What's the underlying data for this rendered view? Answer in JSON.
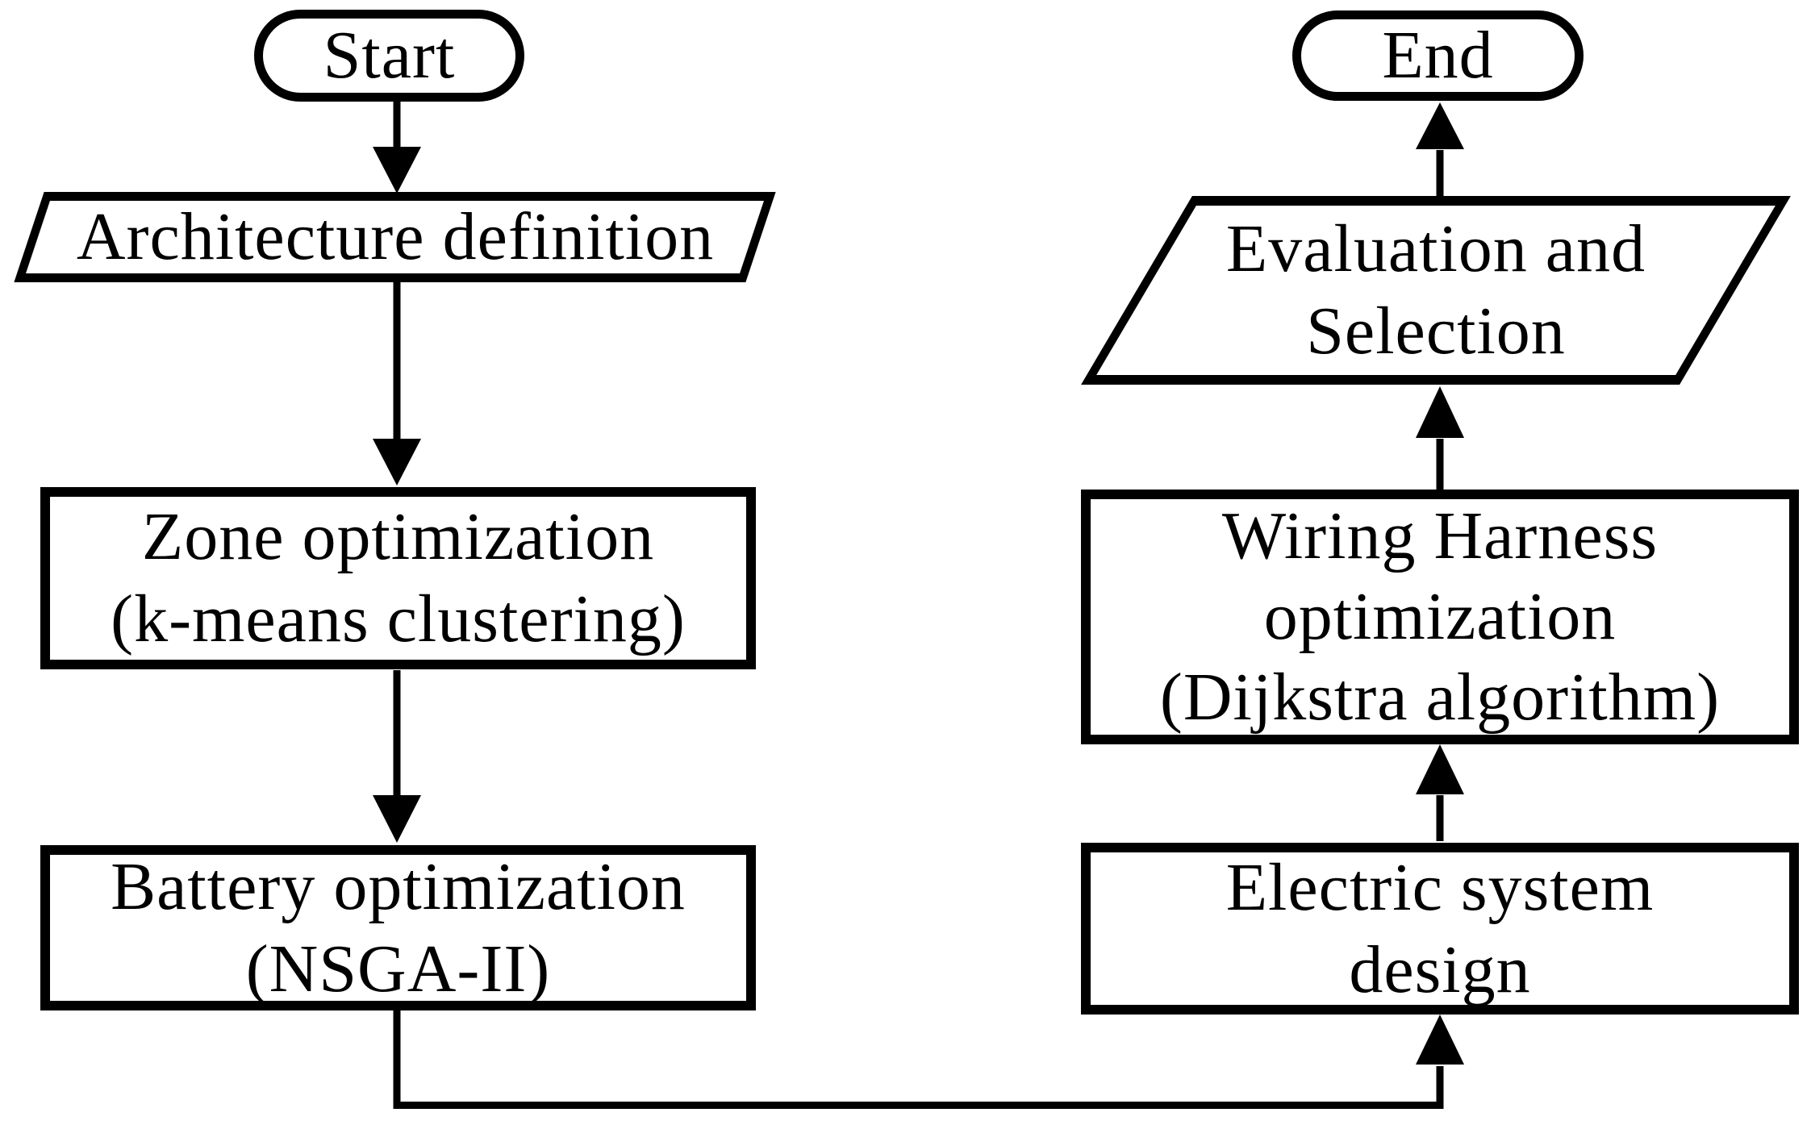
{
  "diagram": {
    "type": "flowchart",
    "colors": {
      "stroke": "#000000",
      "background": "#ffffff"
    },
    "nodes": {
      "start": {
        "shape": "stadium",
        "label": "Start"
      },
      "architecture": {
        "shape": "parallelogram",
        "label": "Architecture definition"
      },
      "zone": {
        "shape": "rectangle",
        "label": "Zone optimization\n(k-means clustering)"
      },
      "battery": {
        "shape": "rectangle",
        "label": "Battery optimization\n(NSGA-II)"
      },
      "electric": {
        "shape": "rectangle",
        "label": "Electric system\ndesign"
      },
      "wiring": {
        "shape": "rectangle",
        "label": "Wiring Harness\noptimization\n(Dijkstra algorithm)"
      },
      "evaluation": {
        "shape": "parallelogram",
        "label": "Evaluation and\nSelection"
      },
      "end": {
        "shape": "stadium",
        "label": "End"
      }
    },
    "edges": [
      {
        "from": "start",
        "to": "architecture"
      },
      {
        "from": "architecture",
        "to": "zone"
      },
      {
        "from": "zone",
        "to": "battery"
      },
      {
        "from": "battery",
        "to": "electric"
      },
      {
        "from": "electric",
        "to": "wiring"
      },
      {
        "from": "wiring",
        "to": "evaluation"
      },
      {
        "from": "evaluation",
        "to": "end"
      }
    ]
  }
}
